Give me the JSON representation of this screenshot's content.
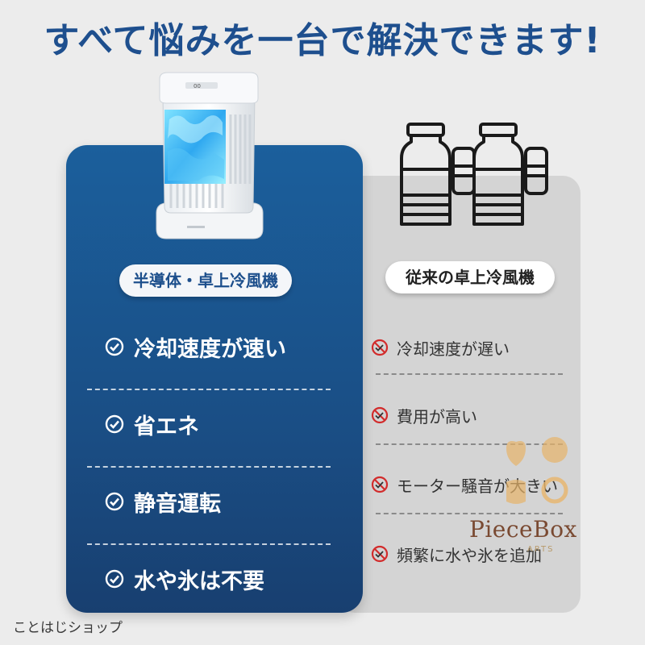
{
  "headline": "すべて悩みを一台で解決できます!",
  "left_card": {
    "label": "半導体・卓上冷風機",
    "features": [
      "冷却速度が速い",
      "省エネ",
      "静音運転",
      "水や氷は不要"
    ]
  },
  "right_card": {
    "label": "従来の卓上冷風機",
    "drawbacks": [
      "冷却速度が遅い",
      "費用が高い",
      "モーター騒音が大きい",
      "頻繁に水や氷を追加"
    ]
  },
  "watermark": {
    "logo": "PieceBox",
    "logo_sub": "ARTS"
  },
  "footer": "ことはじショップ",
  "colors": {
    "blue_card": "#1b5f9c",
    "headline": "#1e4f8e",
    "gray_card": "#d4d4d4",
    "ng_red": "#d22b2b"
  },
  "icons": {
    "ok": "check-circle-icon",
    "ng": "prohibited-circle-icon"
  }
}
